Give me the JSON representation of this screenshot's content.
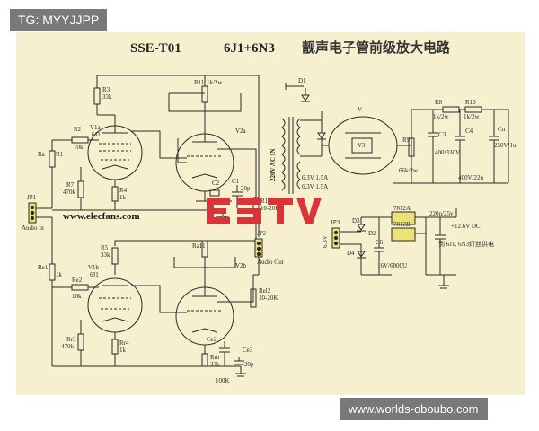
{
  "header_tag": "TG: MYYJJPP",
  "footer_tag": "www.worlds-oboubo.com",
  "title": {
    "model": "SSE-T01",
    "tubes": "6J1+6N3",
    "cn": "靓声电子管前级放大电路"
  },
  "site_text": "www.elecfans.com",
  "colors": {
    "sheet": "#f6f0cf",
    "ink": "#2a2a2a",
    "red_logo": "#d8343a",
    "yellow_part": "#ece27a"
  },
  "labels": {
    "v1a": "V1a",
    "v1a_type": "6J1",
    "v1b": "V1b",
    "v1b_type": "6J1",
    "v2a": "V2a",
    "v2b": "V2b",
    "r3": "R3",
    "r3_val": "33k",
    "r11": "R11",
    "r11_val": "1k/2w",
    "r2": "R2",
    "r2_val": "10k",
    "r1a": "Ra",
    "r1a_sub": "R1",
    "r4": "R4",
    "r4_val": "1k",
    "r7": "R7",
    "r7_val": "470k",
    "r5": "R5",
    "r5_val": "33k",
    "ra11": "Ra11",
    "re2": "Re2",
    "re2_val": "10k",
    "re1": "Re1",
    "re1_val": "1k",
    "rr3": "Rr3",
    "rr3_val": "470k",
    "rr4": "Rr4",
    "rr4_val": "1k",
    "rm": "Rm",
    "rm_val": "33k",
    "c2": "C2",
    "c1": "C1",
    "c1_val": "20p",
    "r12": "R12",
    "r12_val": "10-20K",
    "r12b": "Rel2",
    "r12b_val": "10-20K",
    "ce2": "Ce2",
    "ce3": "Ce3",
    "ce3_val": "20p",
    "val_100k_a": "100K",
    "val_100k_b": "100K",
    "jp1": "JP1",
    "jp1_sub": "Audio in",
    "jp2": "JP2",
    "jp2_sub": "Audio Out",
    "jp3": "JP3",
    "t_mains": "220V AC IN",
    "t_sec1": "6.3V 1.5A",
    "t_sec2": "6.3V 1.5A",
    "v3": "V",
    "v3_sub": "V3",
    "r8": "R8",
    "r8_val": "1k/2w",
    "r10": "R10",
    "r10_val": "1k/2w",
    "r9": "R9",
    "c3": "C3",
    "c3_val": "400/330V",
    "c4": "C4",
    "cn": "Cn",
    "cn_val": "250V/1u",
    "c_out": "400V/22u",
    "r9_val": "66k/2w",
    "d1": "D1",
    "d3": "D3",
    "d4": "D4",
    "d2": "D2",
    "ic1": "7812A",
    "ic2": "7812B",
    "c6": "C6",
    "c6_val": "16V/6800U",
    "c7_val": "220u/25v",
    "dc_out": "+12.6V DC",
    "dc_note": "到 6J1, 6N3灯丝供电",
    "v_in": "6.3V"
  }
}
